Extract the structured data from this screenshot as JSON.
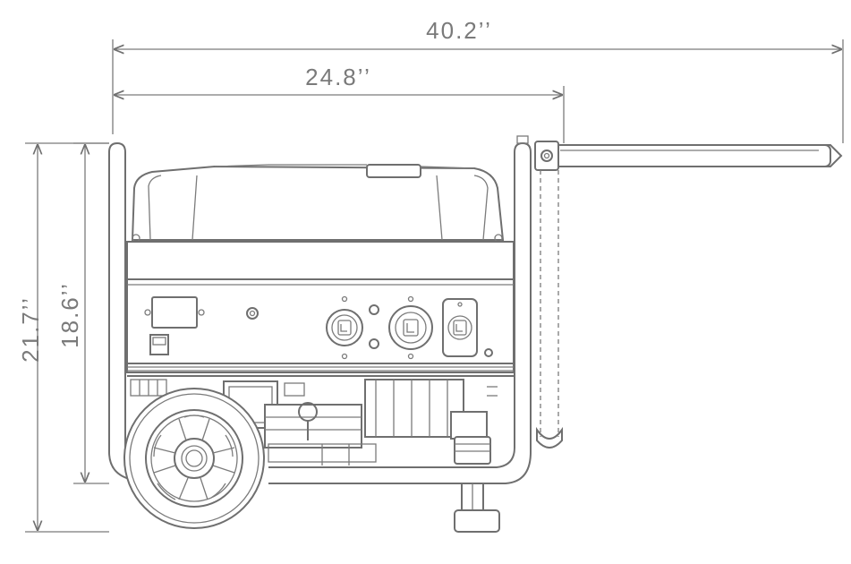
{
  "dimensions": {
    "overall_length": "40.2’’",
    "body_length": "24.8’’",
    "overall_height": "21.7’’",
    "frame_height": "18.6’’"
  },
  "colors": {
    "line": "#6f6f6f",
    "text": "#7a7a7a",
    "background": "#ffffff"
  }
}
